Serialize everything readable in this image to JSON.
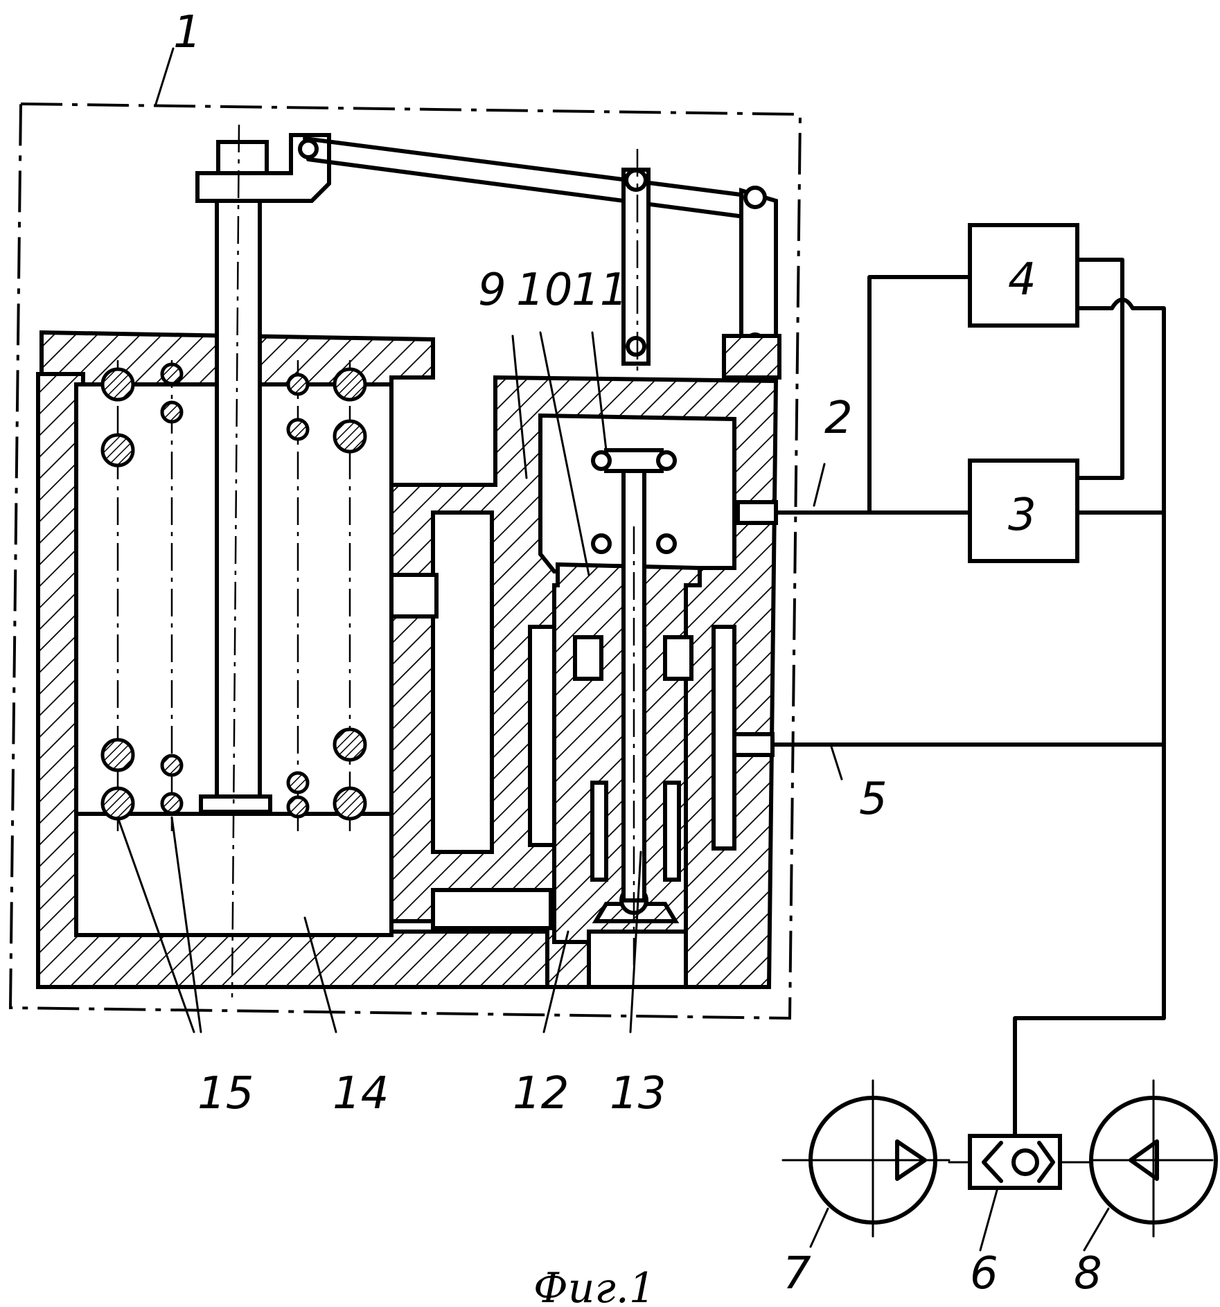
{
  "labels": {
    "l1": "1",
    "l2": "2",
    "l3": "3",
    "l4": "4",
    "l5": "5",
    "l6": "6",
    "l7": "7",
    "l8": "8",
    "l9": "9",
    "l10": "10",
    "l11": "11",
    "l12": "12",
    "l13": "13",
    "l14": "14",
    "l15": "15"
  },
  "caption": "Фиг.1"
}
